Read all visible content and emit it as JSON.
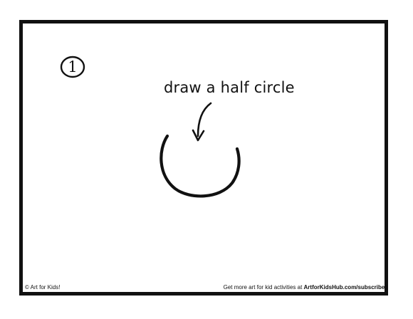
{
  "step": {
    "number": "1"
  },
  "instruction": {
    "text": "draw a half circle"
  },
  "footer": {
    "copyright": "© Art for Kids!",
    "promo_prefix": "Get more art for kid activities at ",
    "promo_link": "ArtforKidsHub.com/subscribe!"
  },
  "colors": {
    "ink": "#111111",
    "background": "#ffffff"
  },
  "icons": {
    "arrow": "curved-down-arrow-icon",
    "shape": "half-circle-drawing"
  }
}
